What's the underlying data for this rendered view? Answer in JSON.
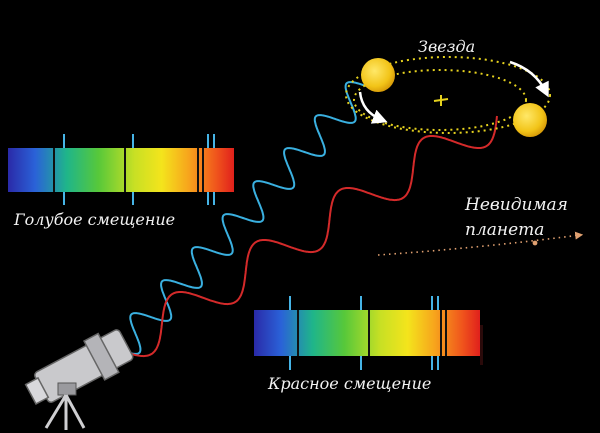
{
  "labels": {
    "star": "Звезда",
    "invisible_planet_line1": "Невидимая",
    "invisible_planet_line2": "планета",
    "blue_shift": "Голубое смещение",
    "red_shift": "Красное смещение"
  },
  "colors": {
    "background": "#000000",
    "blue_wave": "#3ab0e0",
    "red_wave": "#d42a2a",
    "star": "#f2c418",
    "orbit": "#e6d21e",
    "absorption_lines": "#46b4e6",
    "planet_path": "#e0a070"
  },
  "icons": {
    "telescope": "telescope-icon",
    "star": "star-icon",
    "center_of_mass": "barycenter-icon"
  }
}
